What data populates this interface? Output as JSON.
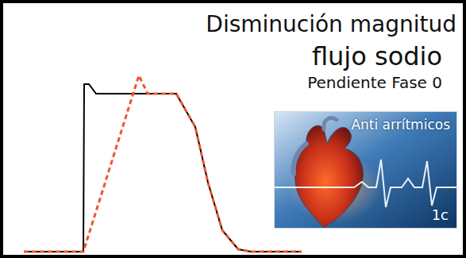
{
  "diagram": {
    "nodes": [
      {
        "text": [
          "Anti arrítmicos",
          "1c"
        ]
      }
    ],
    "labels": [
      "Disminución magnitud",
      "flujo sodio",
      "Pendiente Fase 0"
    ]
  }
}
